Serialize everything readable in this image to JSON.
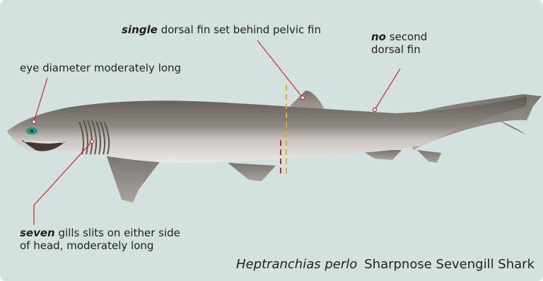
{
  "labels": {
    "eye": "eye diameter moderately long",
    "dorsal_bold": "single",
    "dorsal_rest": " dorsal fin set behind pelvic fin",
    "nosecond_bold": "no",
    "nosecond_line1_rest": " second",
    "nosecond_line2": "dorsal fin",
    "gills_bold": "seven",
    "gills_line1_rest": " gills slits on either side",
    "gills_line2": "of head, moderately long"
  },
  "caption": {
    "scientific_name": "Heptranchias perlo",
    "common_name": "Sharpnose Sevengill Shark"
  },
  "colors": {
    "background": "#d3e1df",
    "leader_line": "#d42a2a",
    "pelvic_marker": "#c0262d",
    "dorsal_marker": "#f0a81e",
    "body_dark": "#6f6a64",
    "body_belly": "#e6e3df",
    "eye": "#1b9a7e"
  }
}
